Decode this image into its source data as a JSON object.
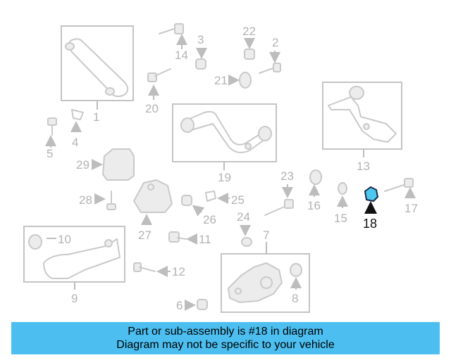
{
  "diagram": {
    "highlighted_part": "18",
    "callouts": {
      "p1": "1",
      "p2": "2",
      "p3": "3",
      "p4": "4",
      "p5": "5",
      "p6": "6",
      "p7": "7",
      "p8": "8",
      "p9": "9",
      "p10": "10",
      "p11": "11",
      "p12": "12",
      "p13": "13",
      "p14": "14",
      "p15": "15",
      "p16": "16",
      "p17": "17",
      "p18": "18",
      "p19": "19",
      "p20": "20",
      "p21": "21",
      "p22": "22",
      "p23": "23",
      "p24": "24",
      "p25": "25",
      "p26": "26",
      "p27": "27",
      "p28": "28",
      "p29": "29"
    }
  },
  "banner": {
    "line1": "Part or sub-assembly is #18 in diagram",
    "line2": "Diagram may not be specific to your vehicle"
  },
  "colors": {
    "banner_bg": "#4cbff0",
    "highlight": "#4fc8f0",
    "line_art": "#c9c9c9"
  }
}
